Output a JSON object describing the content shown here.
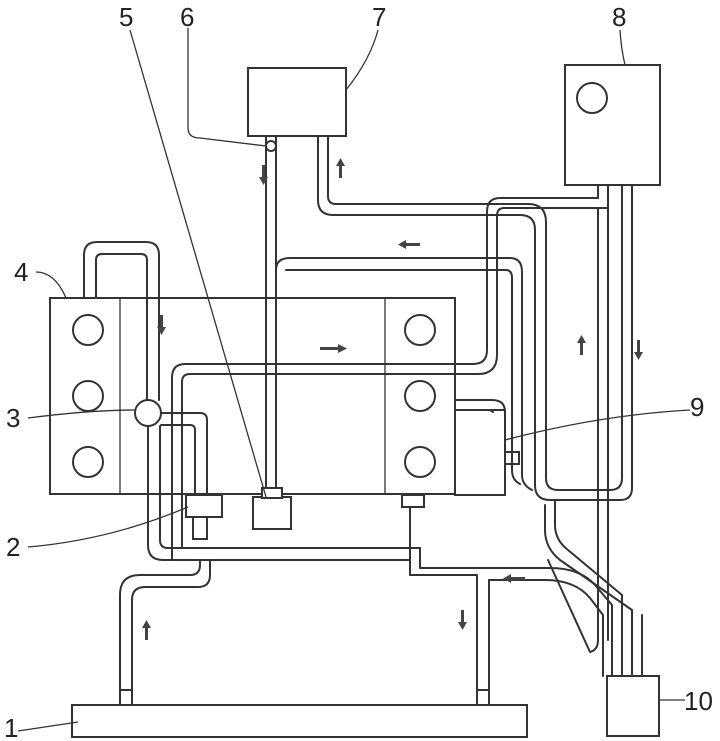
{
  "labels": [
    {
      "id": "1",
      "text": "1"
    },
    {
      "id": "2",
      "text": "2"
    },
    {
      "id": "3",
      "text": "3"
    },
    {
      "id": "4",
      "text": "4"
    },
    {
      "id": "5",
      "text": "5"
    },
    {
      "id": "6",
      "text": "6"
    },
    {
      "id": "7",
      "text": "7"
    },
    {
      "id": "8",
      "text": "8"
    },
    {
      "id": "9",
      "text": "9"
    },
    {
      "id": "10",
      "text": "10"
    }
  ],
  "colors": {
    "line": "#333333",
    "background": "#ffffff"
  }
}
